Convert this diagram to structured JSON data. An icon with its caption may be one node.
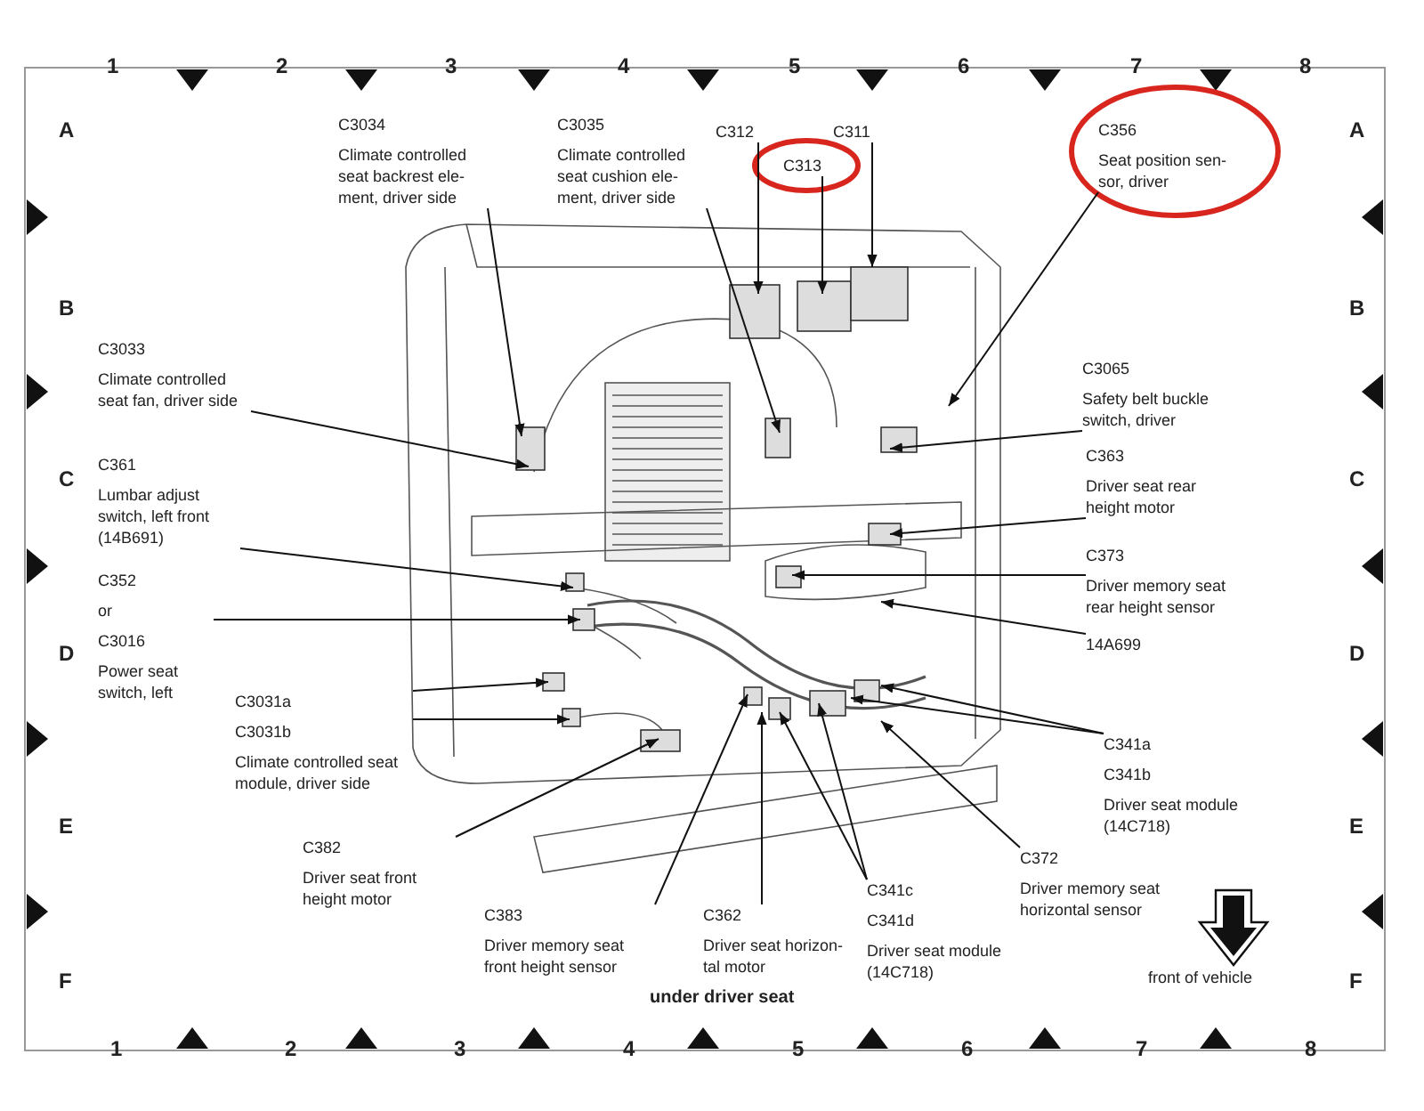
{
  "diagram": {
    "nodes": [
      {
        "text": [
          "C3034",
          "Climate controlled seat backrest ele- ment, driver side"
        ]
      },
      {
        "text": [
          "C3035",
          "Climate controlled seat cushion ele- ment, driver side"
        ]
      },
      {
        "text": [
          "C312"
        ]
      },
      {
        "text": [
          "C313"
        ]
      },
      {
        "text": [
          "C311"
        ]
      },
      {
        "text": [
          "C356",
          "Seat position sen- sor, driver"
        ]
      },
      {
        "text": [
          "C3033",
          "Climate controlled seat fan, driver side"
        ]
      },
      {
        "text": [
          "C3065",
          "Safety belt buckle switch, driver"
        ]
      },
      {
        "text": [
          "C361",
          "Lumbar adjust switch, left front (14B691)"
        ]
      },
      {
        "text": [
          "C363",
          "Driver seat rear height motor"
        ]
      },
      {
        "text": [
          "C373",
          "Driver memory seat rear height sensor"
        ]
      },
      {
        "text": [
          "C352",
          "or",
          "C3016",
          "Power seat switch, left"
        ]
      },
      {
        "text": [
          "14A699"
        ]
      },
      {
        "text": [
          "C3031a",
          "C3031b",
          "Climate controlled seat module, driver side"
        ]
      },
      {
        "text": [
          "C341a",
          "C341b",
          "Driver seat module (14C718)"
        ]
      },
      {
        "text": [
          "C382",
          "Driver seat front height motor"
        ]
      },
      {
        "text": [
          "C372",
          "Driver memory seat horizontal sensor"
        ]
      },
      {
        "text": [
          "C383",
          "Driver memory seat front height sensor"
        ]
      },
      {
        "text": [
          "C362",
          "Driver seat horizon- tal motor"
        ]
      },
      {
        "text": [
          "C341c",
          "C341d",
          "Driver seat module (14C718)"
        ]
      }
    ],
    "edges": [
      {
        "from": 0,
        "to": null,
        "arrow": "to"
      },
      {
        "from": 1,
        "to": null,
        "arrow": "to"
      },
      {
        "from": 2,
        "to": null,
        "arrow": "to"
      },
      {
        "from": 3,
        "to": null,
        "arrow": "to"
      },
      {
        "from": 4,
        "to": null,
        "arrow": "to"
      },
      {
        "from": 5,
        "to": null,
        "arrow": "to"
      },
      {
        "from": 6,
        "to": null,
        "arrow": "to"
      },
      {
        "from": 7,
        "to": null,
        "arrow": "to"
      },
      {
        "from": 8,
        "to": null,
        "arrow": "to"
      },
      {
        "from": 9,
        "to": null,
        "arrow": "to"
      },
      {
        "from": 10,
        "to": null,
        "arrow": "to"
      },
      {
        "from": 11,
        "to": null,
        "arrow": "to"
      },
      {
        "from": 12,
        "to": null,
        "arrow": "to"
      },
      {
        "from": 13,
        "to": null,
        "arrow": "to"
      },
      {
        "from": 13,
        "to": null,
        "arrow": "to"
      },
      {
        "from": 14,
        "to": null,
        "arrow": "to"
      },
      {
        "from": 14,
        "to": null,
        "arrow": "to"
      },
      {
        "from": 15,
        "to": null,
        "arrow": "to"
      },
      {
        "from": 16,
        "to": null,
        "arrow": "to"
      },
      {
        "from": 17,
        "to": null,
        "arrow": "to"
      },
      {
        "from": 18,
        "to": null,
        "arrow": "to"
      },
      {
        "from": 19,
        "to": null,
        "arrow": "to"
      },
      {
        "from": 19,
        "to": null,
        "arrow": "to"
      }
    ],
    "labels": [
      "1",
      "2",
      "3",
      "4",
      "5",
      "6",
      "7",
      "8",
      "A",
      "A",
      "B",
      "B",
      "C",
      "C",
      "D",
      "D",
      "E",
      "E",
      "F",
      "front of vehicle",
      "F",
      "under driver seat",
      "1",
      "2",
      "3",
      "4",
      "5",
      "6",
      "7",
      "8"
    ]
  }
}
